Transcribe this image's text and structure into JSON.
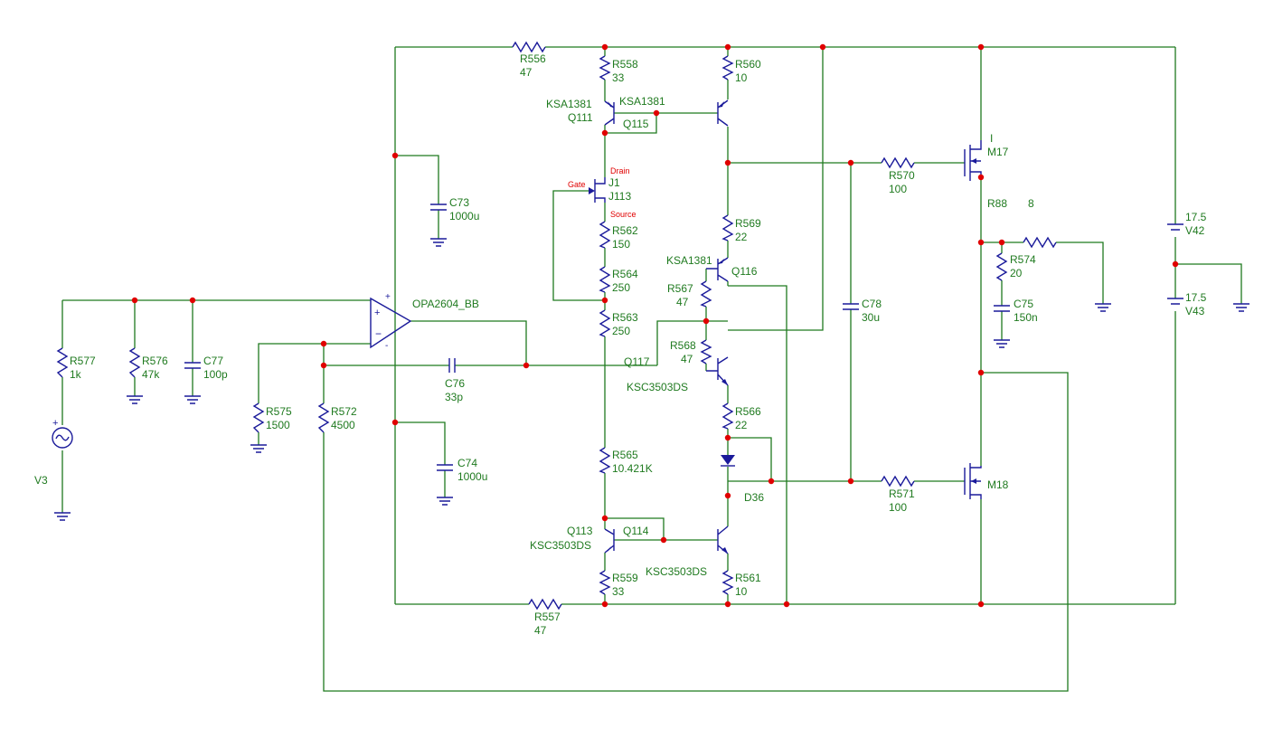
{
  "components": {
    "R556": {
      "ref": "R556",
      "value": "47"
    },
    "R557": {
      "ref": "R557",
      "value": "47"
    },
    "R558": {
      "ref": "R558",
      "value": "33"
    },
    "R559": {
      "ref": "R559",
      "value": "33"
    },
    "R560": {
      "ref": "R560",
      "value": "10"
    },
    "R561": {
      "ref": "R561",
      "value": "10"
    },
    "R562": {
      "ref": "R562",
      "value": "150"
    },
    "R563": {
      "ref": "R563",
      "value": "250"
    },
    "R564": {
      "ref": "R564",
      "value": "250"
    },
    "R565": {
      "ref": "R565",
      "value": "10.421K"
    },
    "R566": {
      "ref": "R566",
      "value": "22"
    },
    "R567": {
      "ref": "R567",
      "value": "47"
    },
    "R568": {
      "ref": "R568",
      "value": "47"
    },
    "R569": {
      "ref": "R569",
      "value": "22"
    },
    "R570": {
      "ref": "R570",
      "value": "100"
    },
    "R571": {
      "ref": "R571",
      "value": "100"
    },
    "R572": {
      "ref": "R572",
      "value": "4500"
    },
    "R574": {
      "ref": "R574",
      "value": "20"
    },
    "R575": {
      "ref": "R575",
      "value": "1500"
    },
    "R576": {
      "ref": "R576",
      "value": "47k"
    },
    "R577": {
      "ref": "R577",
      "value": "1k"
    },
    "R88": {
      "ref": "R88",
      "value": "8"
    },
    "C73": {
      "ref": "C73",
      "value": "1000u"
    },
    "C74": {
      "ref": "C74",
      "value": "1000u"
    },
    "C75": {
      "ref": "C75",
      "value": "150n"
    },
    "C76": {
      "ref": "C76",
      "value": "33p"
    },
    "C77": {
      "ref": "C77",
      "value": "100p"
    },
    "C78": {
      "ref": "C78",
      "value": "30u"
    },
    "Q111": {
      "ref": "Q111",
      "model": "KSA1381"
    },
    "Q115": {
      "ref": "Q115",
      "model": "KSA1381"
    },
    "Q116": {
      "ref": "Q116",
      "model": "KSA1381"
    },
    "Q113": {
      "ref": "Q113",
      "model": "KSC3503DS"
    },
    "Q114": {
      "ref": "Q114",
      "model": "KSC3503DS"
    },
    "Q117": {
      "ref": "Q117",
      "model": "KSC3503DS"
    },
    "J1": {
      "ref": "J1",
      "model": "J113",
      "pin_drain": "Drain",
      "pin_gate": "Gate",
      "pin_source": "Source"
    },
    "M17": {
      "ref": "M17",
      "extra": "I"
    },
    "M18": {
      "ref": "M18"
    },
    "D36": {
      "ref": "D36"
    },
    "V42": {
      "ref": "V42",
      "value": "17.5"
    },
    "V43": {
      "ref": "V43",
      "value": "17.5"
    },
    "V3": {
      "ref": "V3"
    },
    "U1": {
      "model": "OPA2604_BB"
    }
  },
  "colors": {
    "wire": "#1f7a1f",
    "component": "#1a1a9a",
    "junction": "#e00000",
    "label": "#1f7a1f",
    "pin_label": "#e00000",
    "background": "#ffffff"
  }
}
